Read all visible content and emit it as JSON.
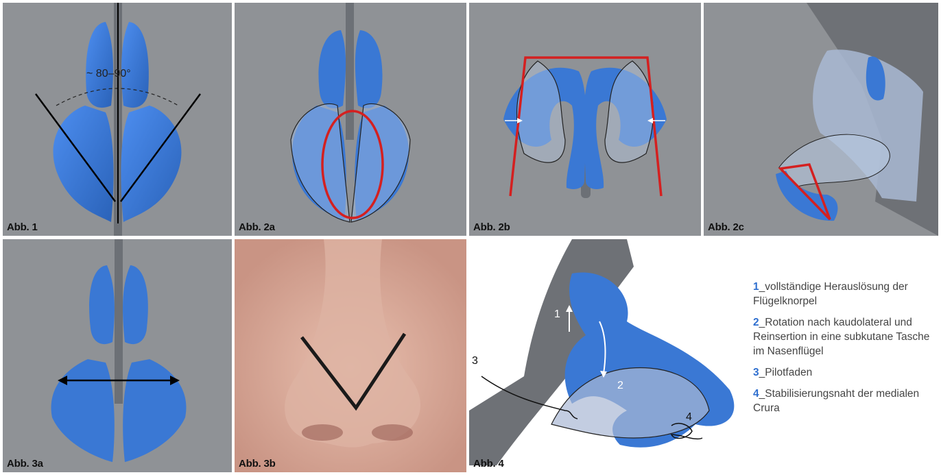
{
  "panels": {
    "p1": {
      "caption": "Abb. 1",
      "angle_label": "~ 80–90°"
    },
    "p2a": {
      "caption": "Abb. 2a"
    },
    "p2b": {
      "caption": "Abb. 2b"
    },
    "p2c": {
      "caption": "Abb. 2c"
    },
    "p3a": {
      "caption": "Abb. 3a"
    },
    "p3b": {
      "caption": "Abb. 3b"
    },
    "p4": {
      "caption": "Abb. 4",
      "labels": [
        "1",
        "2",
        "3",
        "4"
      ]
    }
  },
  "legend": [
    {
      "num": "1",
      "text": "_vollständige Herauslösung der Flügelknorpel"
    },
    {
      "num": "2",
      "text": "_Rotation nach kaudolateral und Reinsertion in eine subkutane Tasche im Nasenflügel"
    },
    {
      "num": "3",
      "text": "_Pilotfaden"
    },
    {
      "num": "4",
      "text": "_Stabilisierungsnaht der medialen Crura"
    }
  ],
  "colors": {
    "panel_bg": "#8f9296",
    "cartilage_blue": "#3a78d4",
    "red_marker": "#d42020",
    "legend_number": "#2f6fcf"
  }
}
